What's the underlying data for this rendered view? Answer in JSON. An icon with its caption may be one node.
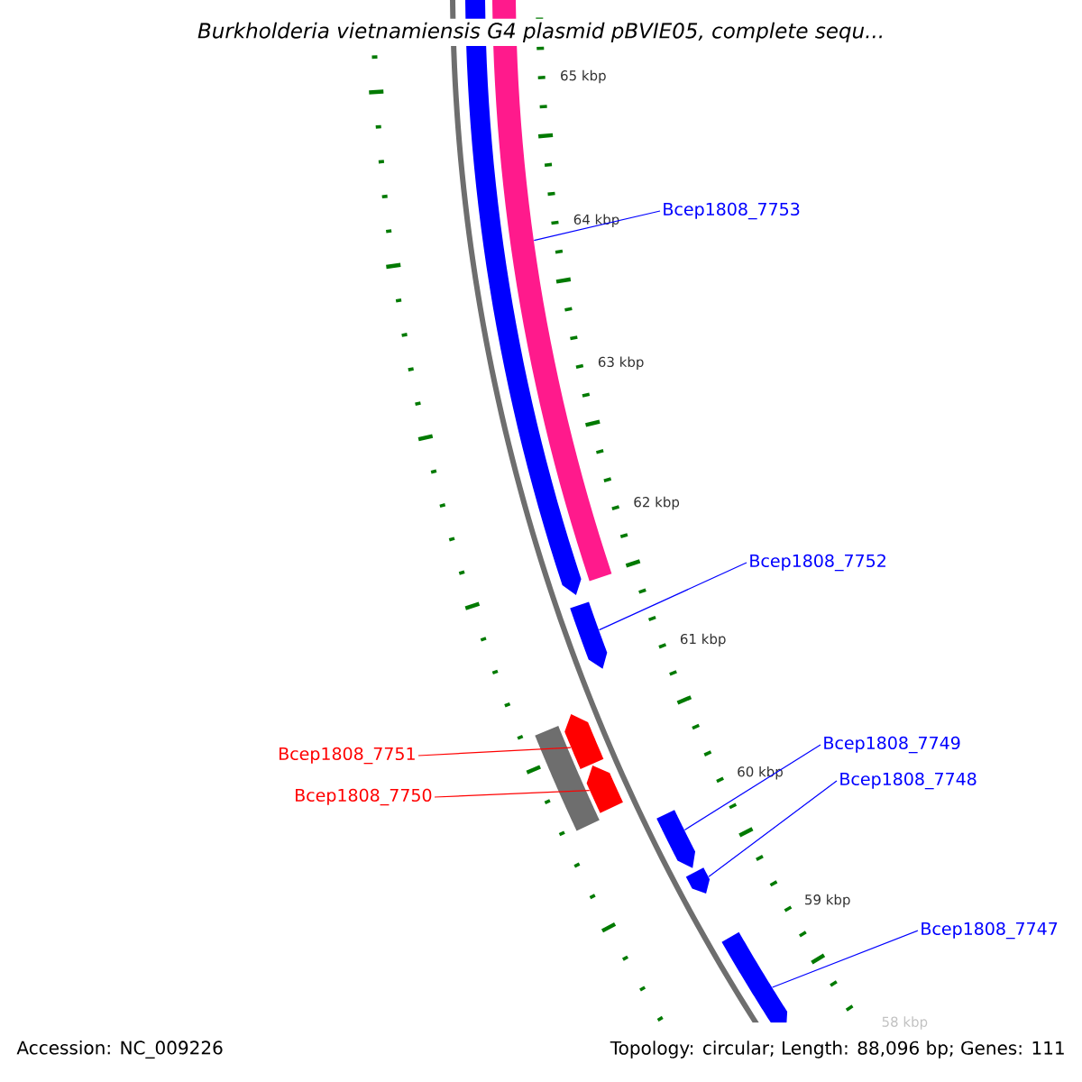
{
  "diagram": {
    "title": "Burkholderia vietnamiensis G4 plasmid pBVIE05, complete sequ...",
    "nodes": [
      {
        "text": [
          "Bcep1808_7753"
        ]
      },
      {
        "text": [],
        "shape": "arrow"
      },
      {
        "text": [
          "Bcep1808_7752"
        ]
      },
      {
        "text": [],
        "shape": "arrow"
      },
      {
        "text": [
          "Bcep1808_7751"
        ]
      },
      {
        "text": [],
        "shape": "arrow"
      },
      {
        "text": [
          "Bcep1808_7750"
        ]
      },
      {
        "text": [],
        "shape": "arrow"
      },
      {
        "text": [
          "Bcep1808_7749"
        ]
      },
      {
        "text": [],
        "shape": "arrow"
      },
      {
        "text": [
          "Bcep1808_7748"
        ]
      },
      {
        "text": [],
        "shape": "arrow"
      },
      {
        "text": [
          "Bcep1808_7747"
        ]
      },
      {
        "text": [],
        "shape": "arrow"
      }
    ],
    "edges": [
      {
        "from": 0,
        "to": 1,
        "arrow": "none"
      },
      {
        "from": 2,
        "to": 3,
        "arrow": "none"
      },
      {
        "from": 4,
        "to": 5,
        "arrow": "none",
        "color": "#ff0000"
      },
      {
        "from": 6,
        "to": 7,
        "arrow": "none",
        "color": "#ff0000"
      },
      {
        "from": 8,
        "to": 9,
        "arrow": "none"
      },
      {
        "from": 10,
        "to": 11,
        "arrow": "none"
      },
      {
        "from": 12,
        "to": 13,
        "arrow": "none"
      }
    ],
    "labels": [
      "65 kbp",
      "64 kbp",
      "63 kbp",
      "62 kbp",
      "61 kbp",
      "60 kbp",
      "59 kbp",
      "58 kbp",
      "Accession: NC_009226",
      "Topology: circular; Length: 88,096 bp; Genes: 111"
    ]
  }
}
